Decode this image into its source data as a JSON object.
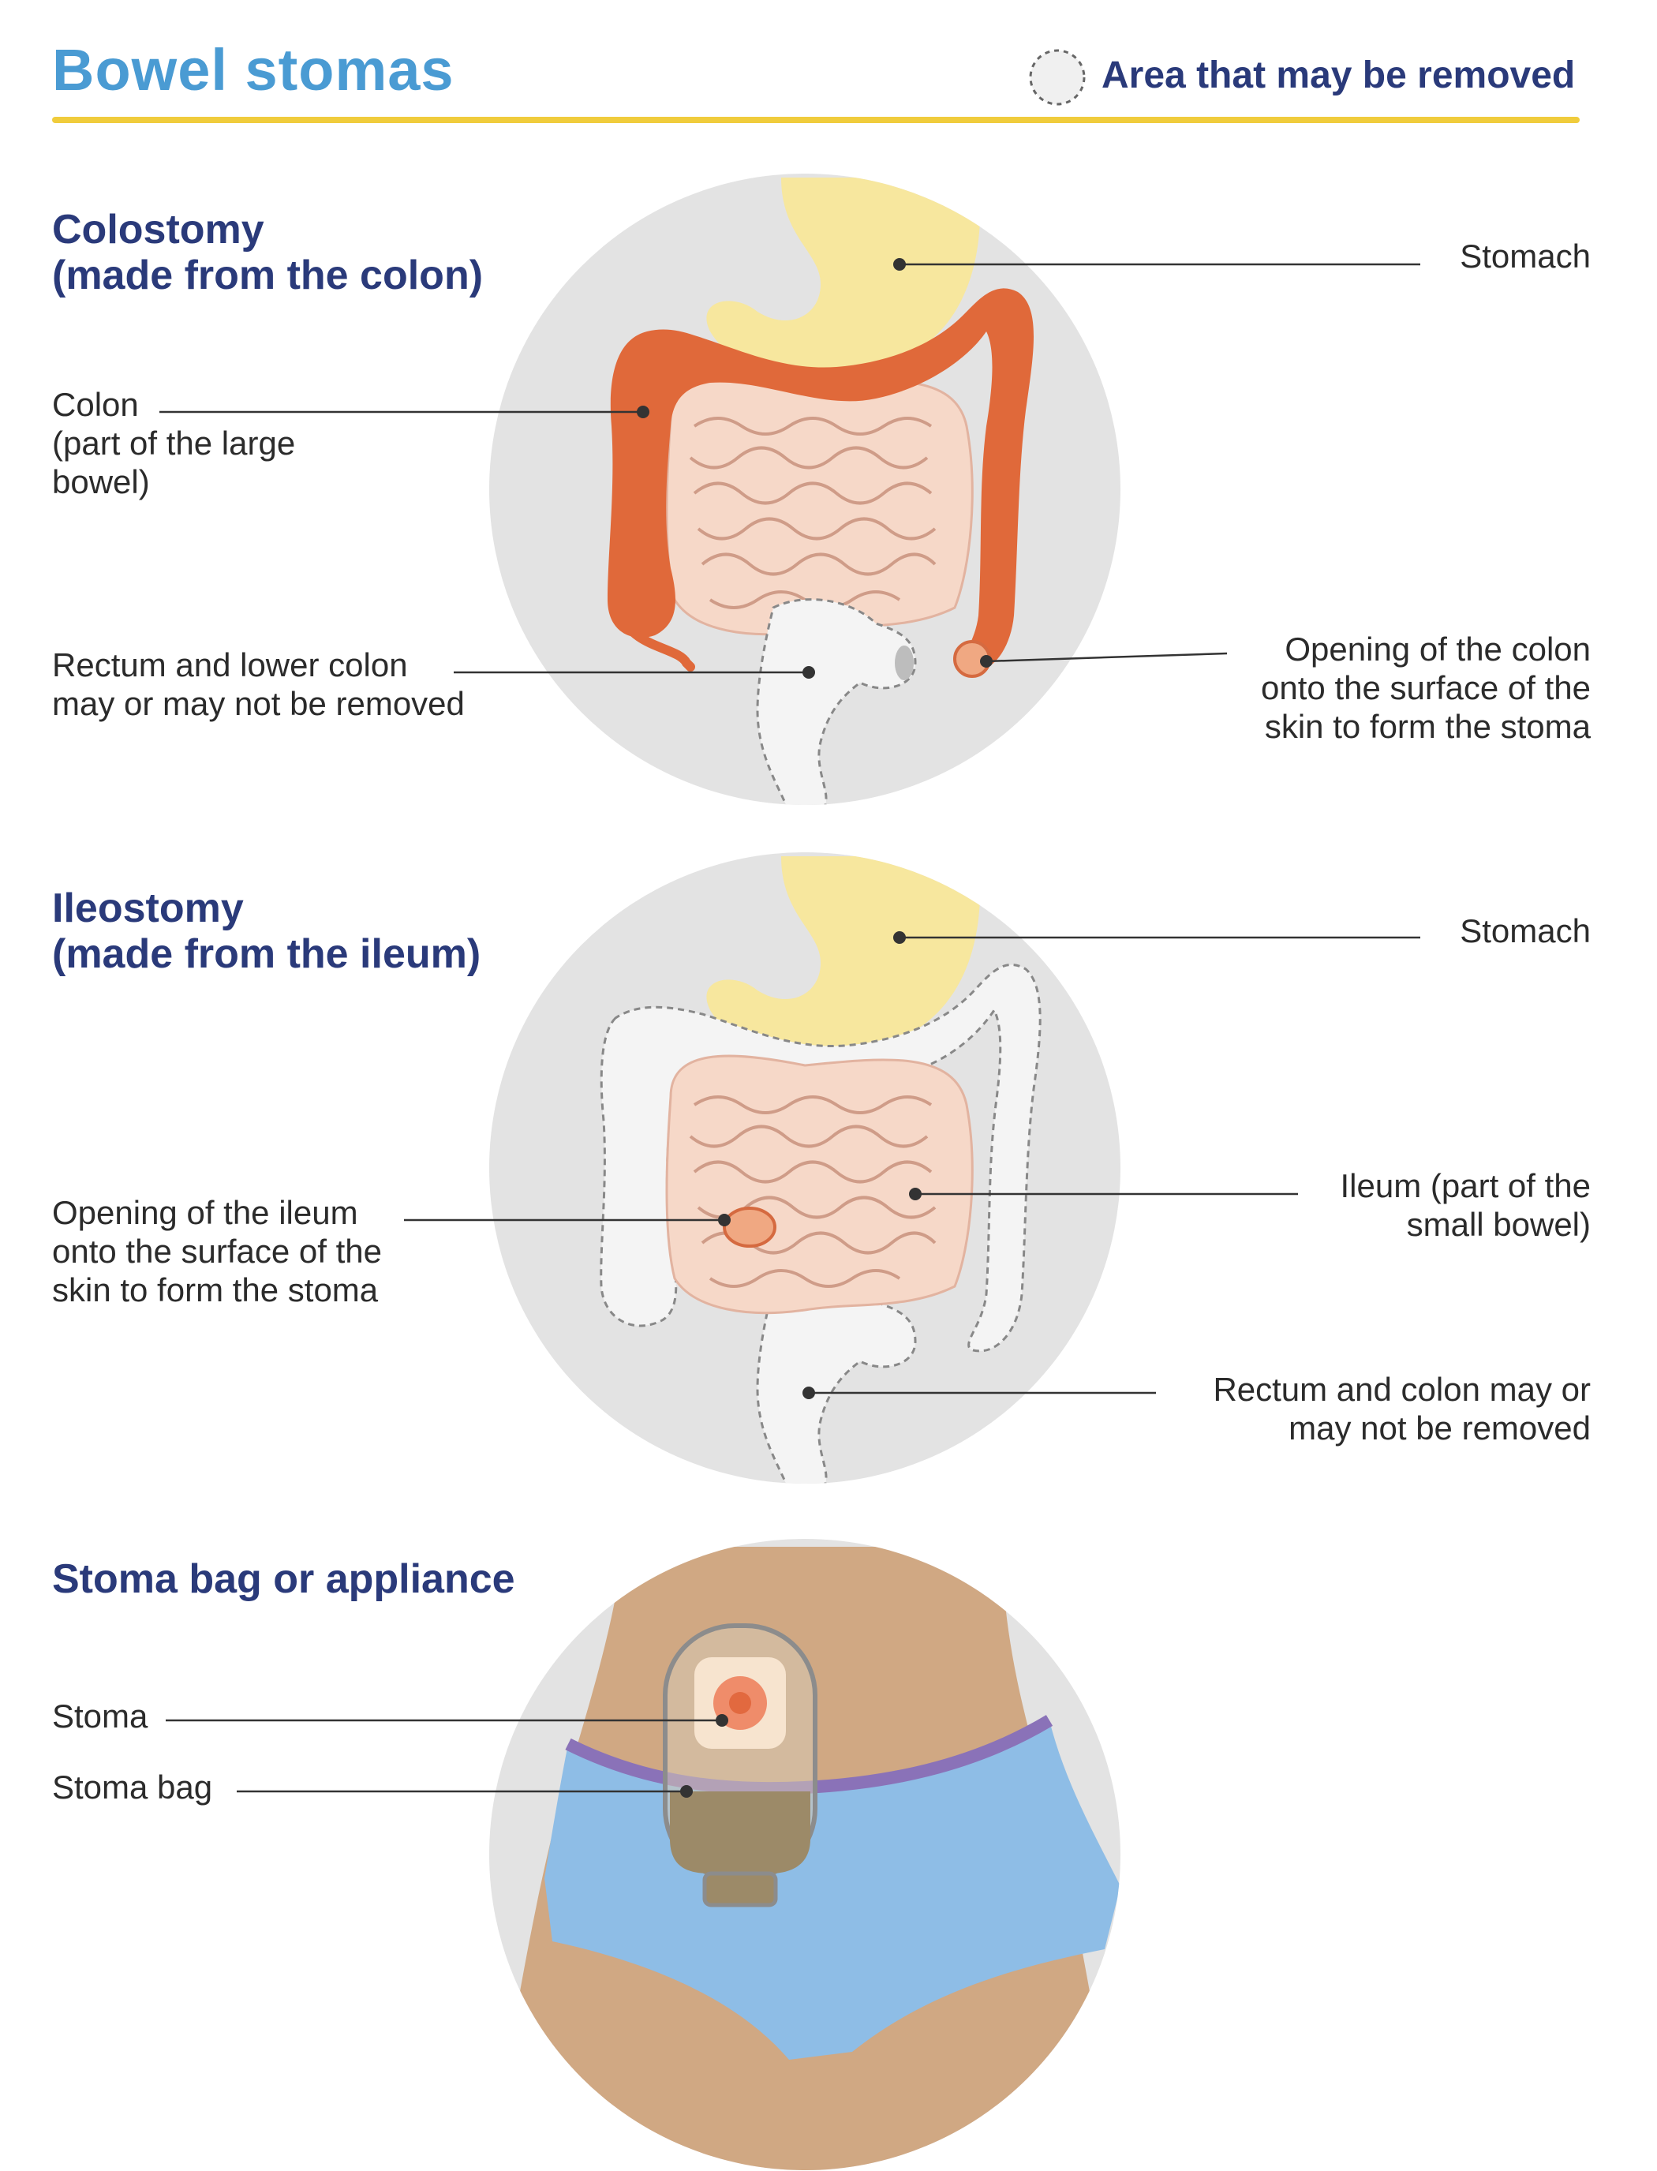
{
  "title": "Bowel stomas",
  "legend": {
    "text": "Area that may be removed"
  },
  "colors": {
    "title": "#4a9bd3",
    "heading": "#2a3a7a",
    "rule": "#f0cc3c",
    "colon": "#e0693a",
    "stomach": "#f7e79e",
    "small_bowel": "#f6d8c8",
    "skin": "#d0a883",
    "underwear": "#8ebde6"
  },
  "sections": {
    "colostomy": {
      "title": "Colostomy\n(made from the colon)",
      "labels": {
        "stomach": "Stomach",
        "colon": "Colon\n(part of the large\nbowel)",
        "rectum": "Rectum and lower colon\nmay or may not be removed",
        "opening": "Opening of the colon\nonto the surface of the\nskin to form the stoma"
      }
    },
    "ileostomy": {
      "title": "Ileostomy\n(made from the ileum)",
      "labels": {
        "stomach": "Stomach",
        "ileum": "Ileum (part of the\nsmall bowel)",
        "opening": "Opening of the ileum\nonto the surface of the\nskin to form the stoma",
        "rectum": "Rectum and colon may or\nmay not be removed"
      }
    },
    "appliance": {
      "title": "Stoma bag or appliance",
      "labels": {
        "stoma": "Stoma",
        "bag": "Stoma bag"
      }
    }
  }
}
